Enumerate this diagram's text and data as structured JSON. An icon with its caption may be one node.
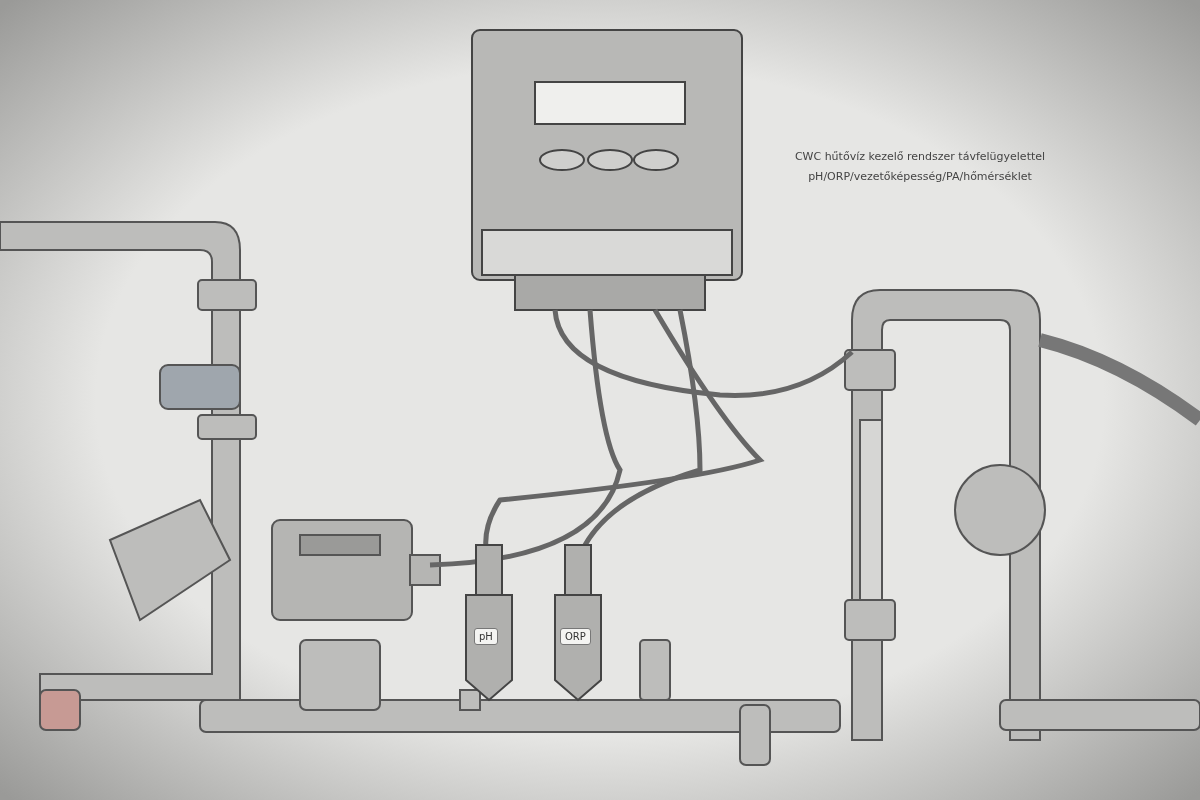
{
  "diagram": {
    "title": "CWC hűtővíz kezelő rendszer távfelügyelettel",
    "labels": [
      "pH/ORP/vezetőképesség/PA/hőmérséklet",
      "pH",
      "ORP"
    ]
  }
}
